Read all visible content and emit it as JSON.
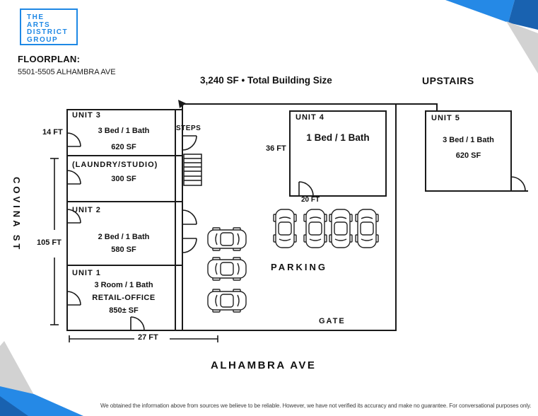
{
  "brand": {
    "lines": [
      "THE",
      "ARTS",
      "DISTRICT",
      "GROUP"
    ]
  },
  "header": {
    "floorplan_label": "FLOORPLAN:",
    "address": "5501-5505 ALHAMBRA AVE",
    "total_size": "3,240 SF • Total Building Size",
    "upstairs": "UPSTAIRS"
  },
  "streets": {
    "left": "COVINA ST",
    "bottom": "ALHAMBRA AVE"
  },
  "plan": {
    "units": [
      {
        "name": "UNIT 3",
        "beds": "3 Bed / 1 Bath",
        "size": "620 SF"
      },
      {
        "name": "(LAUNDRY/STUDIO)",
        "size": "300 SF"
      },
      {
        "name": "UNIT 2",
        "beds": "2 Bed / 1 Bath",
        "size": "580 SF"
      },
      {
        "name": "UNIT 1",
        "beds": "3 Room / 1 Bath",
        "use": "RETAIL-OFFICE",
        "size": "850± SF"
      },
      {
        "name": "UNIT 4",
        "beds": "1 Bed / 1 Bath"
      },
      {
        "name": "UNIT 5",
        "beds": "3 Bed / 1 Bath",
        "size": "620 SF"
      }
    ],
    "labels": {
      "steps": "STEPS",
      "parking": "PARKING",
      "gate": "GATE"
    },
    "dimensions": {
      "unit3_height": "14 FT",
      "building_height": "105 FT",
      "building_width": "27 FT",
      "unit4_height": "36 FT",
      "unit4_width": "20 FT"
    }
  },
  "footer": {
    "disclaimer": "We obtained the information above from sources we believe to be reliable. However, we have not verified its accuracy and make no guarantee. For conversational purposes only."
  },
  "colors": {
    "accent_blue": "#2589e6",
    "dark_blue": "#1962b0",
    "gray": "#d2d2d2",
    "logo_blue": "#1e88e5"
  }
}
